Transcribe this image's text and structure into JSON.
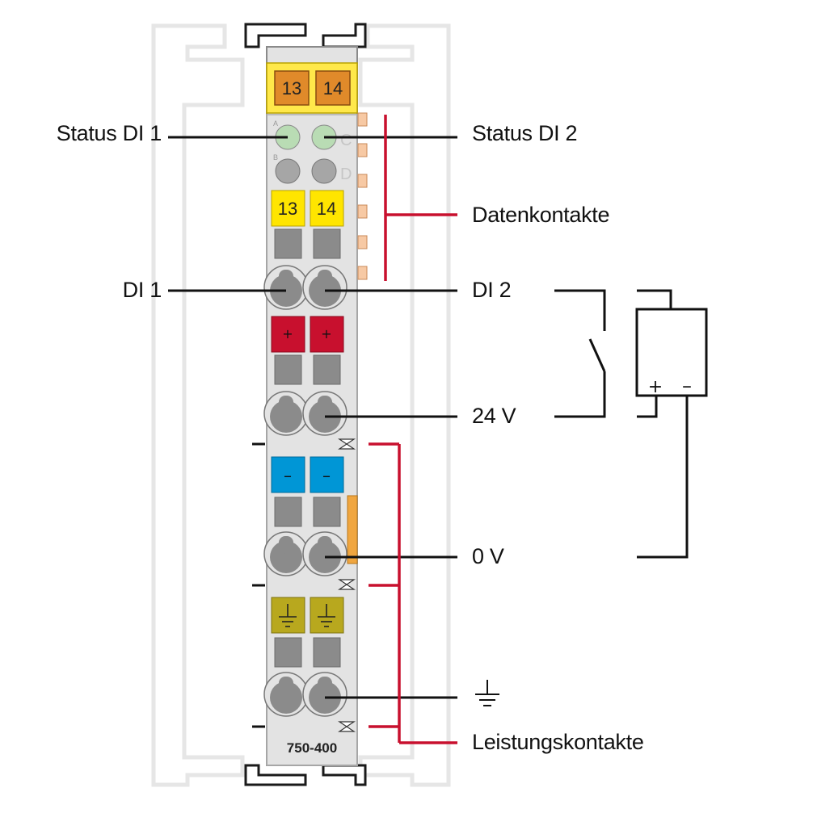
{
  "module": {
    "part_number": "750-400",
    "top_markers": [
      "13",
      "14"
    ],
    "led_letters": [
      "A",
      "B",
      "C",
      "D"
    ],
    "terminal_row1": [
      "13",
      "14"
    ],
    "terminal_row2": [
      "+",
      "+"
    ],
    "terminal_row3": [
      "–",
      "–"
    ]
  },
  "labels": {
    "status_di1": "Status DI 1",
    "status_di2": "Status DI 2",
    "datenkontakte": "Datenkontakte",
    "di1": "DI 1",
    "di2": "DI 2",
    "v24": "24 V",
    "v0": "0 V",
    "leistungskontakte": "Leistungskontakte"
  },
  "circuit": {
    "plus": "+",
    "minus": "–"
  },
  "colors": {
    "housing": "#e3e3e3",
    "top_yellow": "#ffe84a",
    "top_orange": "#e08a2a",
    "terminal_yellow": "#ffe500",
    "terminal_red": "#c8102e",
    "terminal_blue": "#0096d6",
    "terminal_ground": "#b8a81e",
    "led_green": "#b9dcb4",
    "contact_red": "#c8102e"
  }
}
